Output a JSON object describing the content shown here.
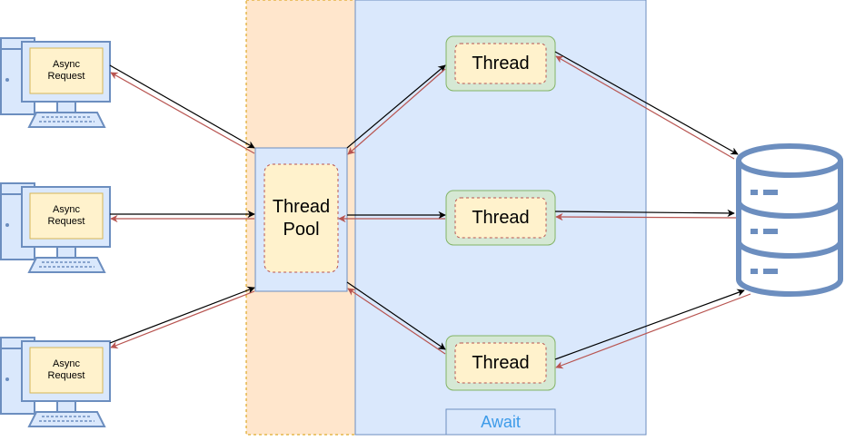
{
  "colors": {
    "pool_region_fill": "#ffe6cc",
    "pool_region_border": "#d79b00",
    "await_region_fill": "#dae8fc",
    "await_region_border": "#6c8ebf",
    "thread_fill": "#d5e8d4",
    "thread_border": "#82b366",
    "inner_fill": "#fff2cc",
    "inner_border": "#b85450",
    "request_arrow": "#000000",
    "response_arrow": "#b85450",
    "computer": "#6c8ebf",
    "database": "#6c8ebf",
    "await_text": "#3d9be9"
  },
  "icons": {
    "client": "desktop-computer-icon",
    "store": "database-icon"
  },
  "diagram": {
    "requests": [
      {
        "label": "Async\nRequest"
      },
      {
        "label": "Async\nRequest"
      },
      {
        "label": "Async\nRequest"
      }
    ],
    "thread_pool": {
      "label": "Thread\nPool"
    },
    "threads": [
      {
        "label": "Thread"
      },
      {
        "label": "Thread"
      },
      {
        "label": "Thread"
      }
    ],
    "await": {
      "label": "Await"
    }
  }
}
